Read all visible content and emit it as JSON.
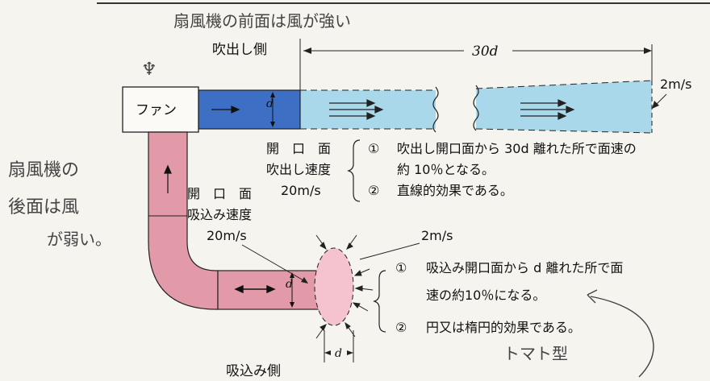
{
  "handwritten": {
    "top_note": "扇風機の前面は風が強い",
    "left_note_line1": "扇風機の",
    "left_note_line2": "後面は風",
    "left_note_line3": "が弱い。",
    "bottom_note": "トマト型"
  },
  "labels": {
    "fan": "ファン",
    "discharge_side": "吹出し側",
    "suction_side": "吸込み側",
    "distance_30d": "30d",
    "d_label": "d",
    "speed_2ms_top": "2m/s",
    "speed_2ms_bottom": "2m/s",
    "outlet_heading1": "開　口　面",
    "outlet_heading2": "吹出し速度",
    "outlet_speed": "20m/s",
    "inlet_heading1": "開　口　面",
    "inlet_heading2": "吸込み速度",
    "inlet_speed": "20m/s"
  },
  "outlet_notes": {
    "item1_num": "①",
    "item1_line1": "吹出し開口面から 30d 離れた所で面速の",
    "item1_line2": "約 10％となる。",
    "item2_num": "②",
    "item2_line1": "直線的効果である。"
  },
  "inlet_notes": {
    "item1_num": "①",
    "item1_line1": "吸込み開口面から d 離れた所で面",
    "item1_line2": "速の約10％になる。",
    "item2_num": "②",
    "item2_line1": "円又は楕円的効果である。"
  },
  "colors": {
    "blue_duct": "#3d6fc4",
    "light_blue_jet": "#a9d8ea",
    "pink_duct": "#e39aa8",
    "light_pink_zone": "#f4c3cf"
  }
}
